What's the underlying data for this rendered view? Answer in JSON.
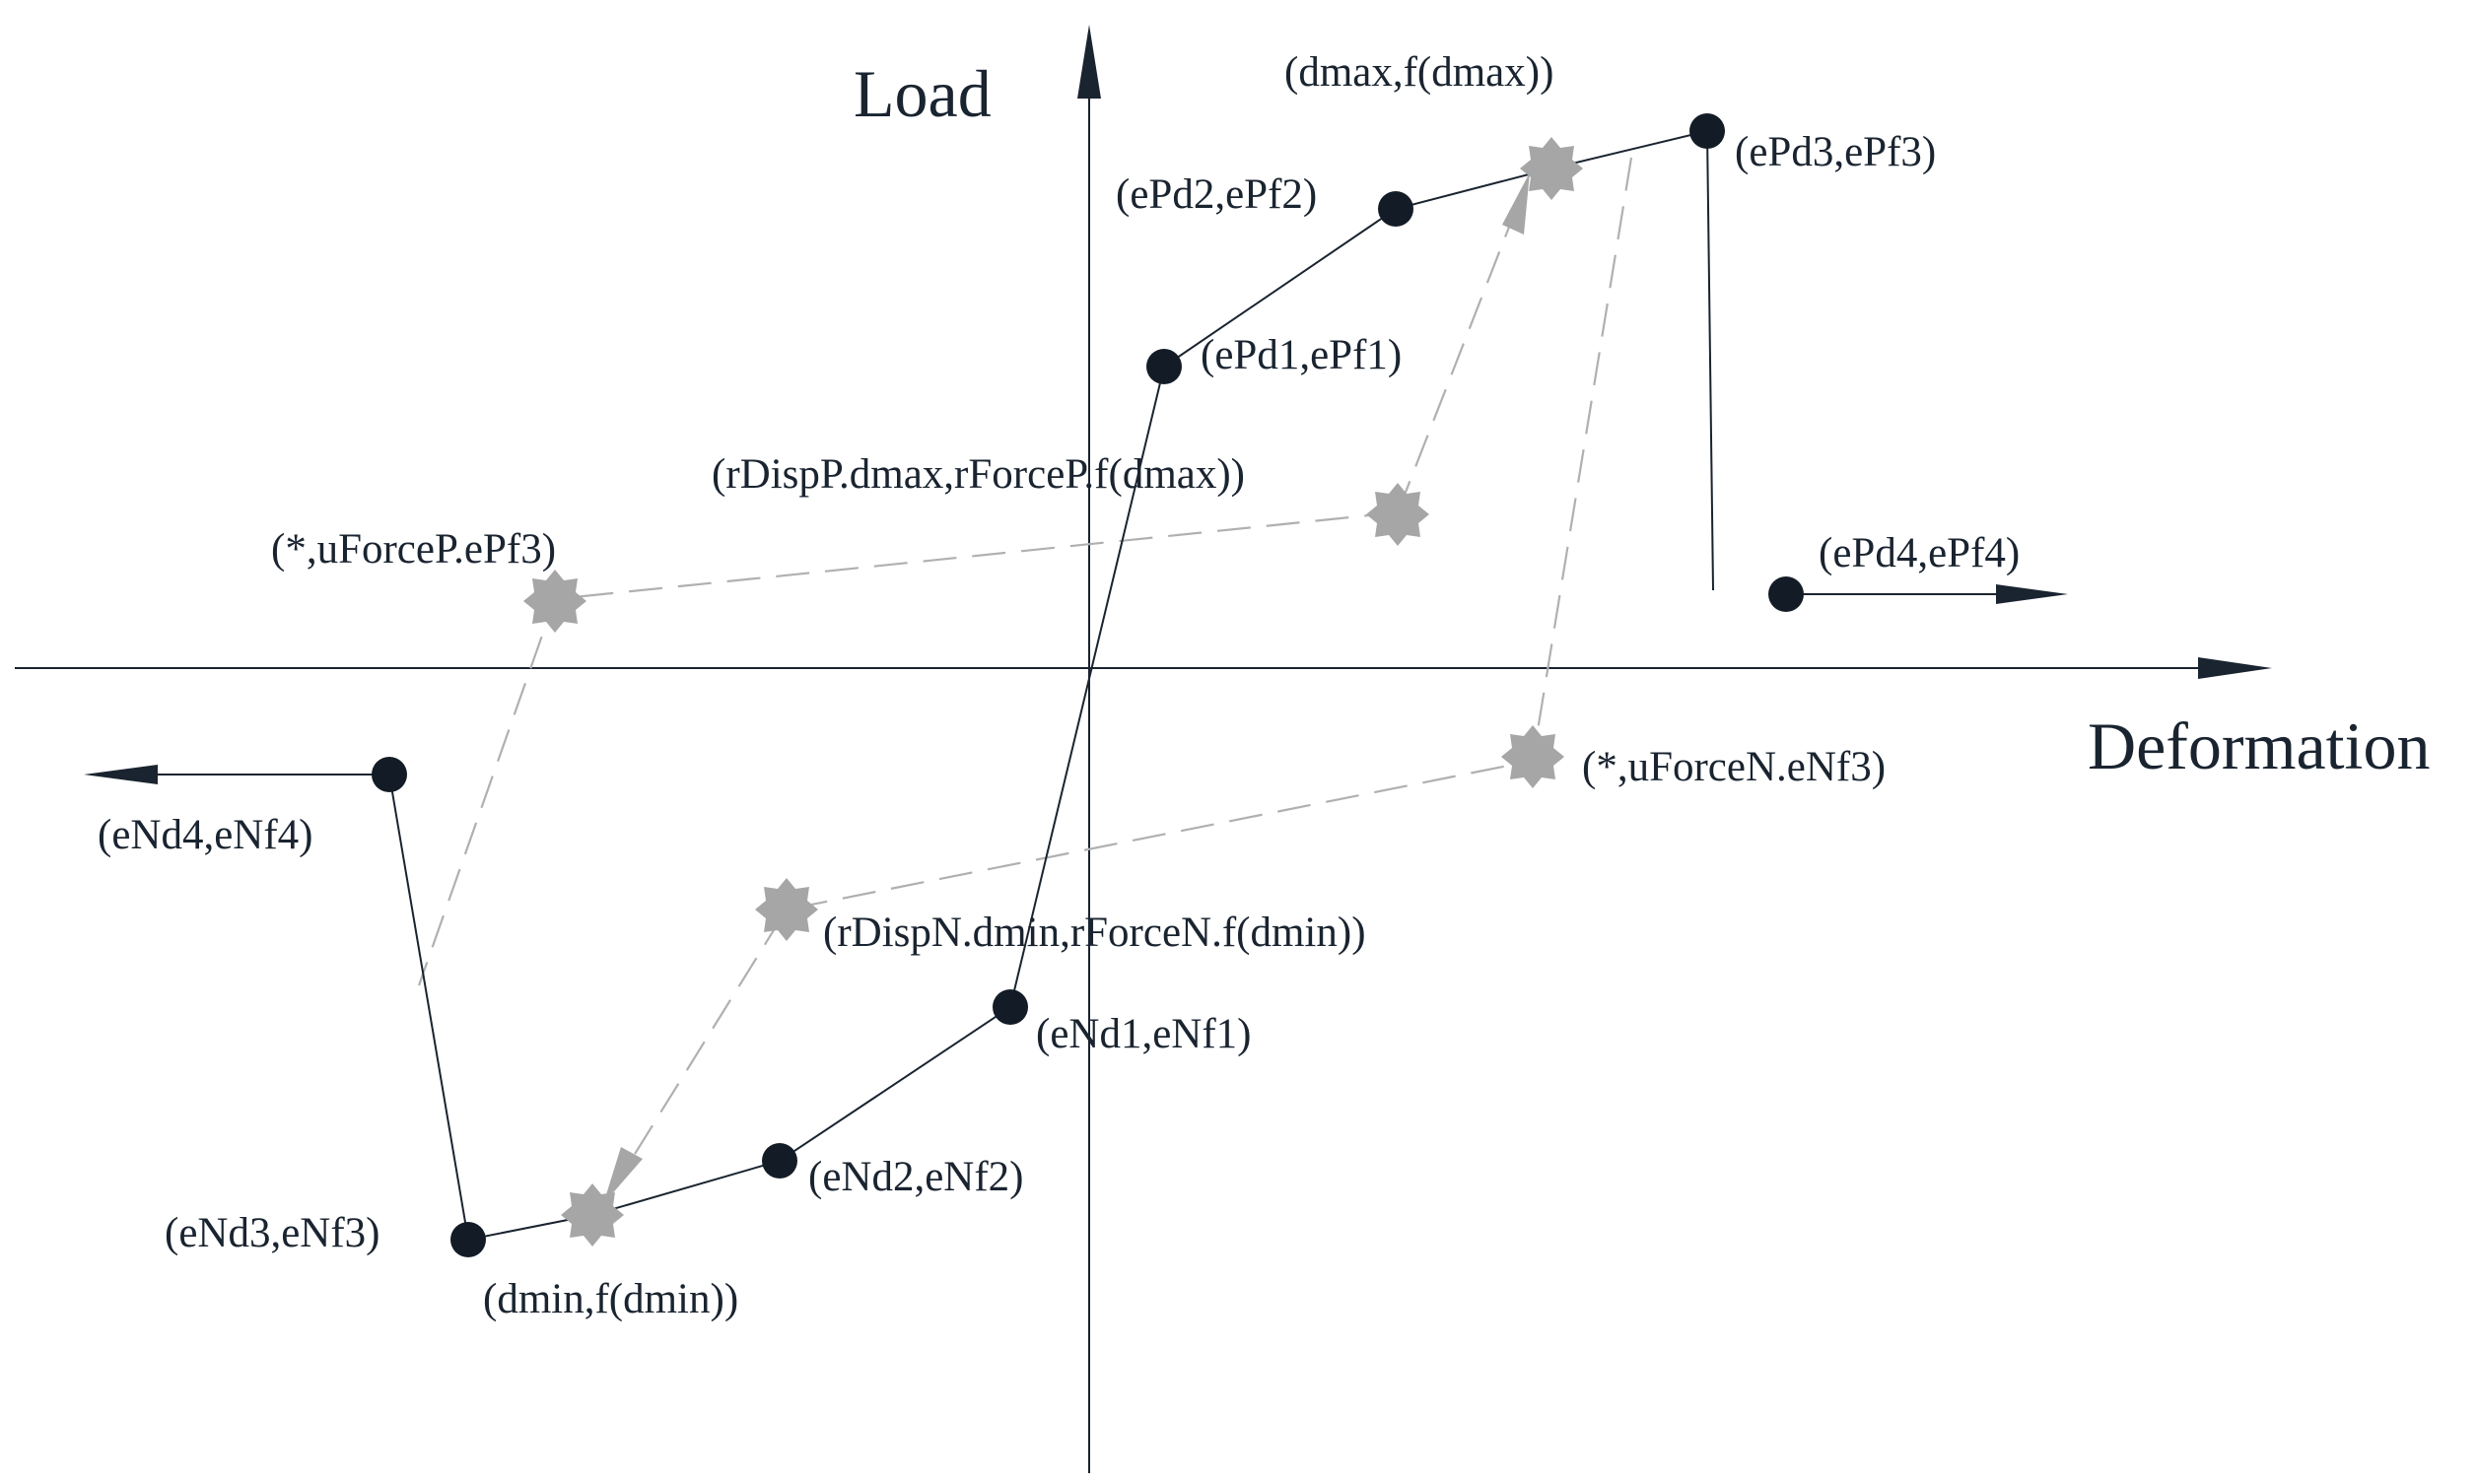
{
  "axes": {
    "y_title": "Load",
    "x_title": "Deformation"
  },
  "colors": {
    "ink": "#1a2430",
    "backbone_line": "#1a2430",
    "marker_dot": "#131c26",
    "star_marker": "#a6a6a6",
    "dashed_path": "#b0b0b0"
  },
  "icons": {
    "dot": "filled-circle",
    "star": "eight-point-star",
    "arrow": "triangle-arrowhead"
  },
  "points": {
    "ePd1": "(ePd1,ePf1)",
    "ePd2": "(ePd2,ePf2)",
    "ePd3": "(ePd3,ePf3)",
    "ePd4": "(ePd4,ePf4)",
    "eNd1": "(eNd1,eNf1)",
    "eNd2": "(eNd2,eNf2)",
    "eNd3": "(eNd3,eNf3)",
    "eNd4": "(eNd4,eNf4)"
  },
  "stars": {
    "dmax": "(dmax,f(dmax))",
    "rdispP": "(rDispP.dmax,rForceP.f(dmax))",
    "uForceP": "(*,uForceP.ePf3)",
    "uForceN": "(*,uForceN.eNf3)",
    "rdispN": "(rDispN.dmin,rForceN.f(dmin))",
    "dmin": "(dmin,f(dmin))"
  }
}
